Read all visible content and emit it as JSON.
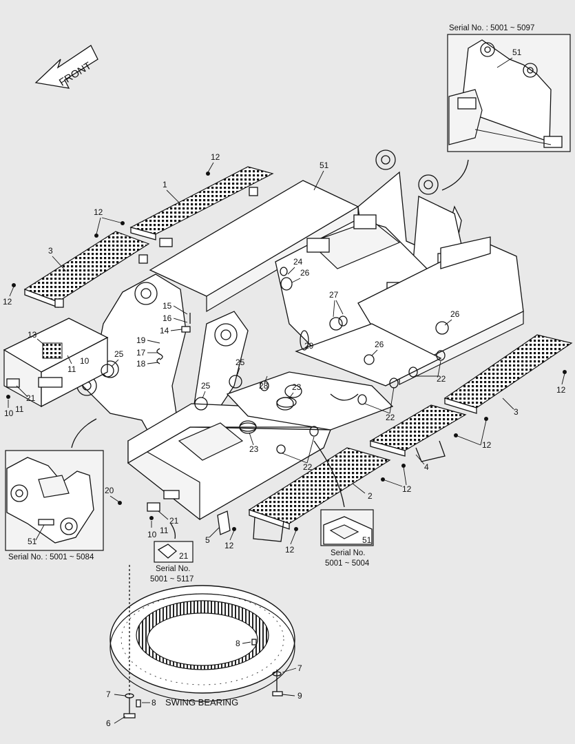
{
  "front_label": "FRONT",
  "swing_bearing_label": "SWING BEARING",
  "insets": {
    "top_right": {
      "serial": "Serial No. : 5001 ~ 5097",
      "part": "51"
    },
    "left": {
      "serial": "Serial No. : 5001 ~ 5084",
      "part": "51"
    },
    "bottom_right": {
      "serial_line1": "Serial No.",
      "serial_line2": "5001 ~ 5004",
      "part": "51"
    },
    "bottom_mid": {
      "serial_line1": "Serial No.",
      "serial_line2": "5001 ~ 5117",
      "part": "21"
    }
  },
  "callouts": {
    "c12a": "12",
    "c1": "1",
    "c51": "51",
    "c12b": "12",
    "c3a": "3",
    "c12c": "12",
    "c13": "13",
    "c11a": "11",
    "c10a": "10",
    "c21a": "21",
    "c11b": "11",
    "c10b": "10",
    "c15": "15",
    "c16": "16",
    "c14": "14",
    "c19": "19",
    "c17": "17",
    "c18": "18",
    "c25a": "25",
    "c25b": "25",
    "c25c": "25",
    "c24": "24",
    "c26a": "26",
    "c27": "27",
    "c26b": "26",
    "c26c": "26",
    "c29": "29",
    "c28": "28",
    "c23a": "23",
    "c23b": "23",
    "c22a": "22",
    "c22b": "22",
    "c22c": "22",
    "c3b": "3",
    "c12d": "12",
    "c12e": "12",
    "c4": "4",
    "c12f": "12",
    "c2": "2",
    "c20": "20",
    "c21b": "21",
    "c11c": "11",
    "c10c": "10",
    "c5": "5",
    "c12g": "12",
    "c12h": "12",
    "c8a": "8",
    "c7a": "7",
    "c9": "9",
    "c7b": "7",
    "c8b": "8",
    "c6": "6"
  }
}
